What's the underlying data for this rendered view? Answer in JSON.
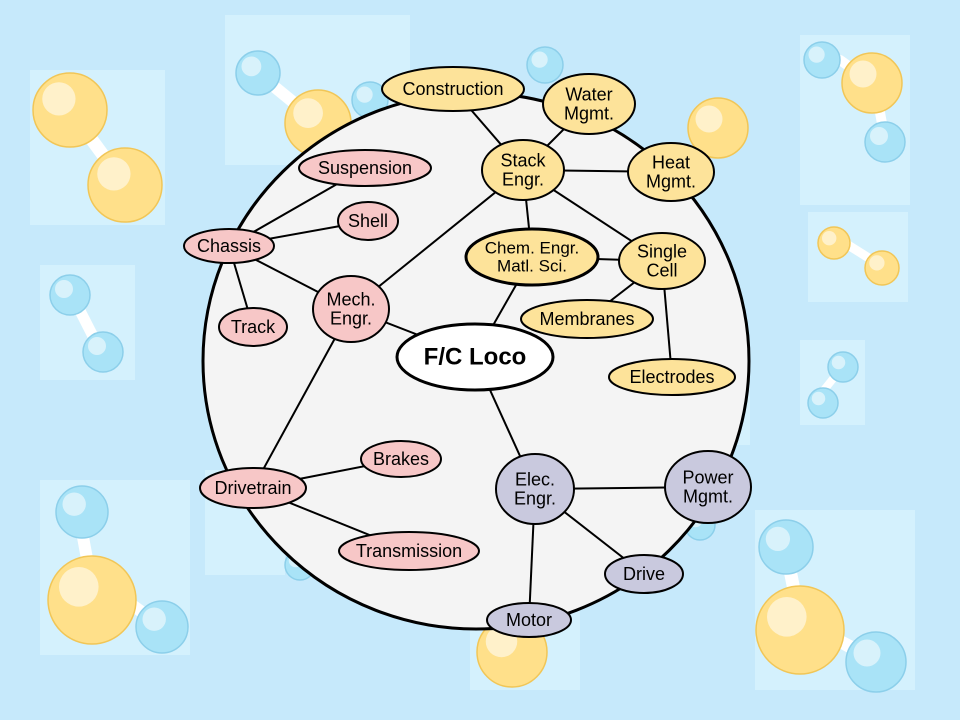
{
  "colors": {
    "background": "#c6e9fb",
    "panel": "#d4f1fd",
    "circle_fill": "#f4f4f4",
    "mechanical": "#f7c7c7",
    "chemical": "#fde39a",
    "electrical": "#c9c9de",
    "center": "#ffffff",
    "molecule_large": "#ffe08a",
    "molecule_small": "#a9e3f7"
  },
  "diagram": {
    "center": {
      "label": "F/C Loco"
    },
    "nodes": [
      {
        "id": "construction",
        "lines": [
          "Construction"
        ],
        "group": "chemical"
      },
      {
        "id": "water-mgmt",
        "lines": [
          "Water",
          "Mgmt."
        ],
        "group": "chemical"
      },
      {
        "id": "stack-engr",
        "lines": [
          "Stack",
          "Engr."
        ],
        "group": "chemical"
      },
      {
        "id": "heat-mgmt",
        "lines": [
          "Heat",
          "Mgmt."
        ],
        "group": "chemical"
      },
      {
        "id": "chem-engr",
        "lines": [
          "Chem. Engr.",
          "Matl. Sci."
        ],
        "group": "chemical"
      },
      {
        "id": "single-cell",
        "lines": [
          "Single",
          "Cell"
        ],
        "group": "chemical"
      },
      {
        "id": "membranes",
        "lines": [
          "Membranes"
        ],
        "group": "chemical"
      },
      {
        "id": "electrodes",
        "lines": [
          "Electrodes"
        ],
        "group": "chemical"
      },
      {
        "id": "suspension",
        "lines": [
          "Suspension"
        ],
        "group": "mechanical"
      },
      {
        "id": "shell",
        "lines": [
          "Shell"
        ],
        "group": "mechanical"
      },
      {
        "id": "chassis",
        "lines": [
          "Chassis"
        ],
        "group": "mechanical"
      },
      {
        "id": "track",
        "lines": [
          "Track"
        ],
        "group": "mechanical"
      },
      {
        "id": "mech-engr",
        "lines": [
          "Mech.",
          "Engr."
        ],
        "group": "mechanical"
      },
      {
        "id": "brakes",
        "lines": [
          "Brakes"
        ],
        "group": "mechanical"
      },
      {
        "id": "drivetrain",
        "lines": [
          "Drivetrain"
        ],
        "group": "mechanical"
      },
      {
        "id": "transmission",
        "lines": [
          "Transmission"
        ],
        "group": "mechanical"
      },
      {
        "id": "elec-engr",
        "lines": [
          "Elec.",
          "Engr."
        ],
        "group": "electrical"
      },
      {
        "id": "power-mgmt",
        "lines": [
          "Power",
          "Mgmt."
        ],
        "group": "electrical"
      },
      {
        "id": "drive",
        "lines": [
          "Drive"
        ],
        "group": "electrical"
      },
      {
        "id": "motor",
        "lines": [
          "Motor"
        ],
        "group": "electrical"
      }
    ],
    "edges": [
      [
        "center",
        "chem-engr"
      ],
      [
        "center",
        "mech-engr"
      ],
      [
        "center",
        "elec-engr"
      ],
      [
        "mech-engr",
        "stack-engr"
      ],
      [
        "mech-engr",
        "chassis"
      ],
      [
        "mech-engr",
        "drivetrain"
      ],
      [
        "stack-engr",
        "construction"
      ],
      [
        "stack-engr",
        "water-mgmt"
      ],
      [
        "stack-engr",
        "heat-mgmt"
      ],
      [
        "stack-engr",
        "chem-engr"
      ],
      [
        "stack-engr",
        "single-cell"
      ],
      [
        "chem-engr",
        "single-cell"
      ],
      [
        "single-cell",
        "membranes"
      ],
      [
        "single-cell",
        "electrodes"
      ],
      [
        "chassis",
        "suspension"
      ],
      [
        "chassis",
        "shell"
      ],
      [
        "chassis",
        "track"
      ],
      [
        "drivetrain",
        "brakes"
      ],
      [
        "drivetrain",
        "transmission"
      ],
      [
        "elec-engr",
        "power-mgmt"
      ],
      [
        "elec-engr",
        "drive"
      ],
      [
        "elec-engr",
        "motor"
      ]
    ]
  }
}
